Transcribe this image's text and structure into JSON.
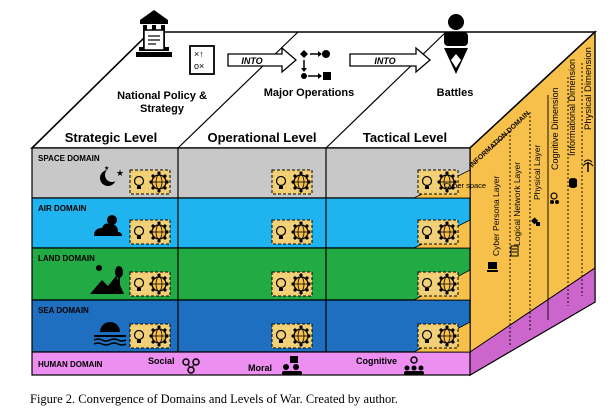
{
  "header": {
    "policy_line1": "National Policy &",
    "policy_line2": "Strategy",
    "operations": "Major Operations",
    "battles": "Battles",
    "into_1": "INTO",
    "into_2": "INTO"
  },
  "levels": {
    "strategic": "Strategic Level",
    "operational": "Operational Level",
    "tactical": "Tactical Level"
  },
  "domains": {
    "space": "SPACE DOMAIN",
    "air": "AIR DOMAIN",
    "land": "LAND DOMAIN",
    "sea": "SEA DOMAIN",
    "human": "HUMAN DOMAIN"
  },
  "human_labels": {
    "social": "Social",
    "moral": "Moral",
    "cognitive": "Cognitive"
  },
  "side": {
    "information_domain": "INFORMATION DOMAIN",
    "cyber_persona_layer": "Cyber Persona Layer",
    "logical_network_layer": "Logical Network Layer",
    "physical_layer": "Physical Layer",
    "cognitive_dimension": "Cognitive Dimension",
    "informational_dimension": "Informational Dimension",
    "physical_dimension": "Physical Dimension",
    "cyber_space": "Cyber space"
  },
  "caption": "Figure 2. Convergence of Domains and Levels of War. Created by author.",
  "colors": {
    "space": "#c8c8c8",
    "air": "#1fb4f0",
    "land": "#22aa44",
    "sea": "#1e6fc0",
    "human": "#ec8ff0",
    "info": "#f7c04a",
    "info_box": "#f3d27a"
  },
  "icons": [
    "government-building-icon",
    "strategy-board-icon",
    "operations-flow-icon",
    "soldier-icon",
    "moon-stars-icon",
    "cloud-sun-icon",
    "landscape-icon",
    "sunset-sea-icon",
    "lightbulb-icon",
    "network-globe-icon",
    "social-network-icon",
    "moral-people-icon",
    "cognitive-people-icon"
  ]
}
